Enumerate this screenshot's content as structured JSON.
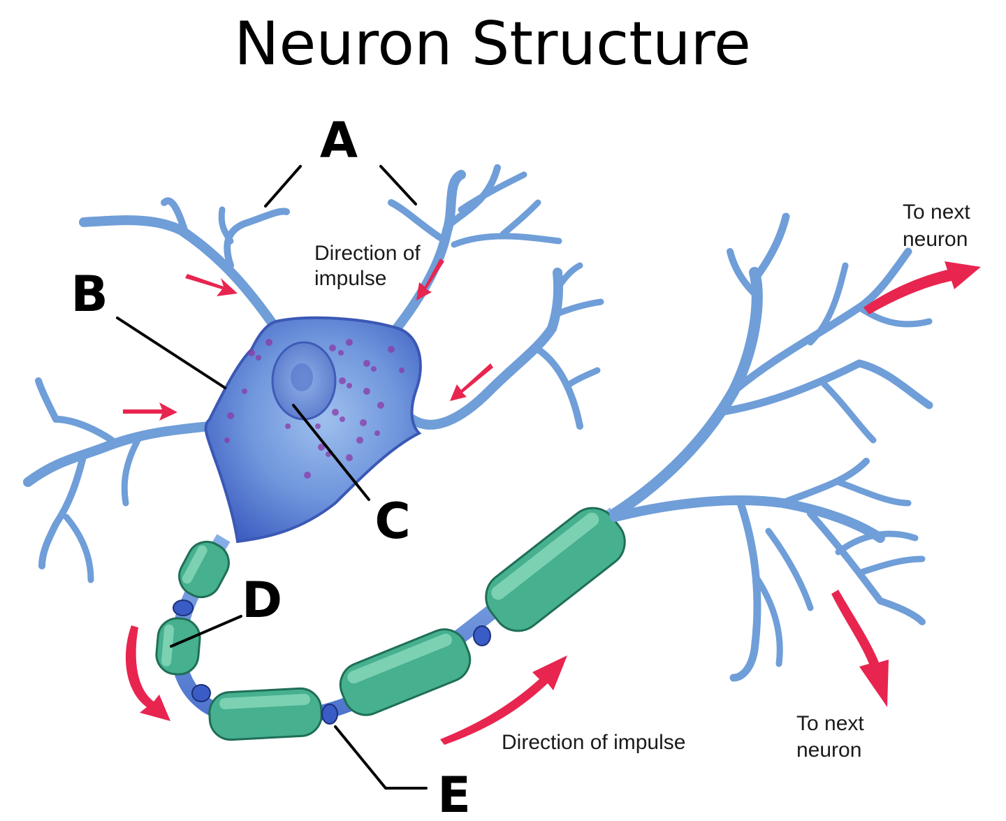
{
  "title": "Neuron Structure",
  "labels": {
    "a": "A",
    "b": "B",
    "c": "C",
    "d": "D",
    "e": "E"
  },
  "annotations": {
    "direction_top_line1": "Direction of",
    "direction_top_line2": "impulse",
    "direction_bottom": "Direction of impulse",
    "next_neuron_top_line1": "To next",
    "next_neuron_top_line2": "neuron",
    "next_neuron_bottom_line1": "To next",
    "next_neuron_bottom_line2": "neuron"
  },
  "colors": {
    "dendrite": "#6f9ed8",
    "cell_body": "#5a82d4",
    "myelin_sheath": "#46b08f",
    "node_of_ranvier": "#3a5cc6",
    "arrow": "#e8254f",
    "granules": "#8a3aa6"
  }
}
